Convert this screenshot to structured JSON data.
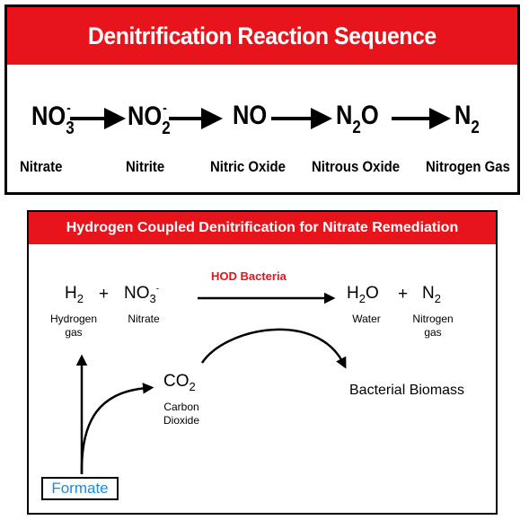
{
  "panel1": {
    "title": "Denitrification Reaction Sequence",
    "species": [
      {
        "main": "NO",
        "sub": "3",
        "sup": "-",
        "label": "Nitrate"
      },
      {
        "main": "NO",
        "sub": "2",
        "sup": "-",
        "label": "Nitrite"
      },
      {
        "main": "NO",
        "sub": "",
        "sup": "",
        "label": "Nitric Oxide"
      },
      {
        "main": "N",
        "sub": "2",
        "post": "O",
        "label": "Nitrous Oxide"
      },
      {
        "main": "N",
        "sub": "2",
        "sup": "",
        "label": "Nitrogen Gas"
      }
    ]
  },
  "panel2": {
    "title": "Hydrogen Coupled Denitrification for Nitrate Remediation",
    "h2": {
      "main": "H",
      "sub": "2",
      "label_line1": "Hydrogen",
      "label_line2": "gas"
    },
    "plus": "+",
    "no3": {
      "main": "NO",
      "sub": "3",
      "sup": "-",
      "label": "Nitrate"
    },
    "catalyst": "HOD Bacteria",
    "h2o": {
      "pre": "H",
      "sub": "2",
      "post": "O",
      "label": "Water"
    },
    "n2": {
      "main": "N",
      "sub": "2",
      "label_line1": "Nitrogen",
      "label_line2": "gas"
    },
    "co2": {
      "main": "CO",
      "sub": "2",
      "label_line1": "Carbon",
      "label_line2": "Dioxide"
    },
    "biomass": "Bacterial Biomass",
    "formate": "Formate"
  },
  "colors": {
    "header_red": "#e8141c",
    "formate_blue": "#1f8ad8",
    "catalyst_red": "#e8141c"
  }
}
